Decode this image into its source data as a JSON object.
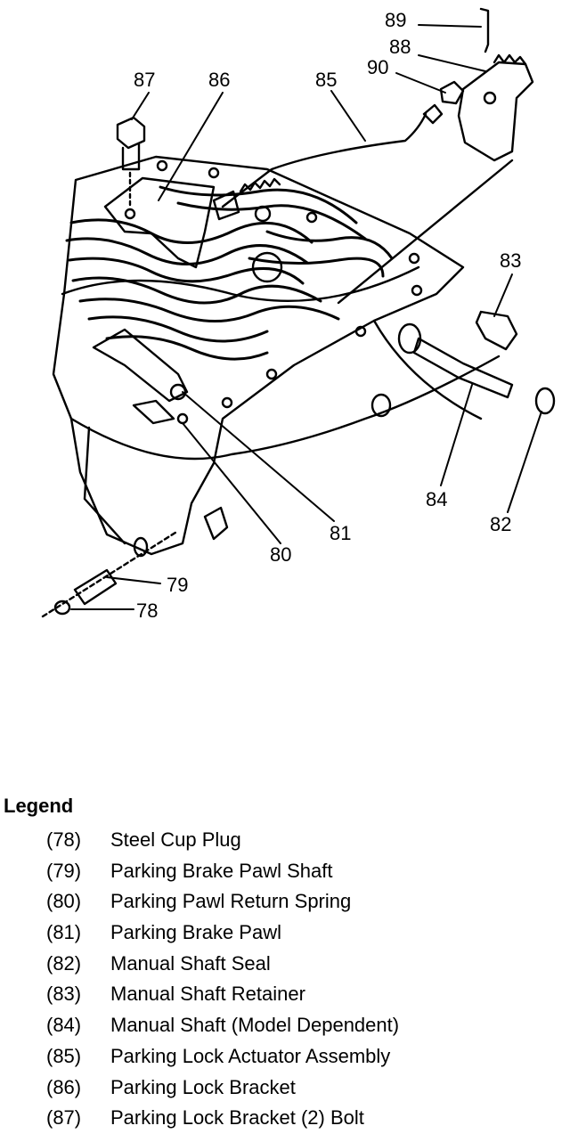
{
  "callouts": [
    {
      "id": "89",
      "text": "89"
    },
    {
      "id": "88",
      "text": "88"
    },
    {
      "id": "90",
      "text": "90"
    },
    {
      "id": "87",
      "text": "87"
    },
    {
      "id": "86",
      "text": "86"
    },
    {
      "id": "85",
      "text": "85"
    },
    {
      "id": "83",
      "text": "83"
    },
    {
      "id": "84",
      "text": "84"
    },
    {
      "id": "82",
      "text": "82"
    },
    {
      "id": "81",
      "text": "81"
    },
    {
      "id": "80",
      "text": "80"
    },
    {
      "id": "79",
      "text": "79"
    },
    {
      "id": "78",
      "text": "78"
    }
  ],
  "legend": {
    "title": "Legend",
    "items": [
      {
        "num": "(78)",
        "label": "Steel Cup Plug"
      },
      {
        "num": "(79)",
        "label": "Parking Brake Pawl Shaft"
      },
      {
        "num": "(80)",
        "label": "Parking Pawl Return Spring"
      },
      {
        "num": "(81)",
        "label": "Parking Brake Pawl"
      },
      {
        "num": "(82)",
        "label": "Manual Shaft Seal"
      },
      {
        "num": "(83)",
        "label": "Manual Shaft Retainer"
      },
      {
        "num": "(84)",
        "label": "Manual Shaft (Model Dependent)"
      },
      {
        "num": "(85)",
        "label": "Parking Lock Actuator Assembly"
      },
      {
        "num": "(86)",
        "label": "Parking Lock Bracket"
      },
      {
        "num": "(87)",
        "label": "Parking Lock Bracket (2) Bolt"
      }
    ]
  }
}
